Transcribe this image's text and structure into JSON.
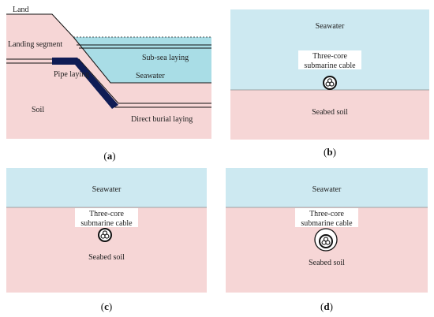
{
  "colors": {
    "seawater": "#cde9f1",
    "seawater_a": "#a9dde6",
    "soil": "#f6d6d6",
    "pipe": "#0f1c55",
    "line": "#111111"
  },
  "panel_a": {
    "land": "Land",
    "landing_segment": "Landing segment",
    "sub_sea_laying": "Sub-sea laying",
    "pipe_laying": "Pipe laying",
    "seawater": "Seawater",
    "soil": "Soil",
    "direct_burial_laying": "Direct burial laying",
    "caption_open": "(",
    "caption_letter": "a",
    "caption_close": ")"
  },
  "panel_b": {
    "seawater": "Seawater",
    "cable_line1": "Three-core",
    "cable_line2": "submarine cable",
    "seabed_soil": "Seabed soil",
    "caption_open": "(",
    "caption_letter": "b",
    "caption_close": ")"
  },
  "panel_c": {
    "seawater": "Seawater",
    "cable_line1": "Three-core",
    "cable_line2": "submarine cable",
    "seabed_soil": "Seabed soil",
    "caption_open": "(",
    "caption_letter": "c",
    "caption_close": ")"
  },
  "panel_d": {
    "seawater": "Seawater",
    "cable_line1": "Three-core",
    "cable_line2": "submarine cable",
    "seabed_soil": "Seabed soil",
    "caption_open": "(",
    "caption_letter": "d",
    "caption_close": ")"
  }
}
